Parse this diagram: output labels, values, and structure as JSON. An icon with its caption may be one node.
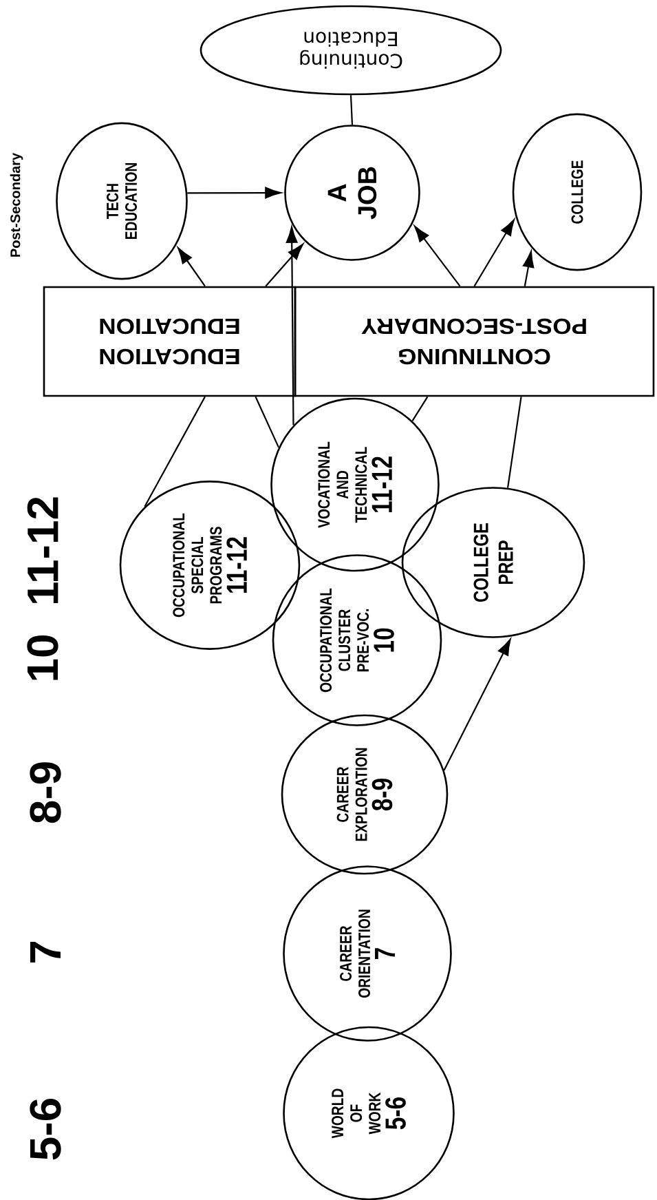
{
  "diagram": {
    "nodes": [
      {
        "text": [
          "Continuing Education"
        ]
      },
      {
        "text": [
          "TECH EDUCATION"
        ]
      },
      {
        "text": [
          "A JOB"
        ]
      },
      {
        "text": [
          "COLLEGE"
        ]
      },
      {
        "text": [
          "EDUCATION EDUCATION"
        ]
      },
      {
        "text": [
          "CONTINUING POST-SECONDARY"
        ]
      },
      {
        "text": [
          "OCCUPATIONAL SPECIAL PROGRAMS",
          "11-12"
        ]
      },
      {
        "text": [
          "VOCATIONAL AND TECHNICAL",
          "11-12"
        ]
      },
      {
        "text": [
          "OCCUPATIONAL CLUSTER PRE-VOC.",
          "10"
        ]
      },
      {
        "text": [
          "COLLEGE PREP"
        ]
      },
      {
        "text": [
          "CAREER EXPLORATION",
          "8-9"
        ]
      },
      {
        "text": [
          "CAREER ORIENTATION",
          "7"
        ]
      },
      {
        "text": [
          "WORLD OF WORK",
          "5-6"
        ]
      }
    ],
    "edges": [
      {
        "from": 1,
        "to": 2,
        "arrow": "to"
      },
      {
        "from": 2,
        "to": 0,
        "arrow": "none"
      },
      {
        "from": 4,
        "to": 1,
        "arrow": "to"
      },
      {
        "from": 4,
        "to": 2,
        "arrow": "to"
      },
      {
        "from": 7,
        "to": 2,
        "arrow": "to"
      },
      {
        "from": 5,
        "to": 2,
        "arrow": "to"
      },
      {
        "from": 5,
        "to": 3,
        "arrow": "to"
      },
      {
        "from": 5,
        "to": 3,
        "arrow": "to"
      },
      {
        "from": 6,
        "to": 4,
        "arrow": "none"
      },
      {
        "from": 7,
        "to": 4,
        "arrow": "none"
      },
      {
        "from": 7,
        "to": 5,
        "arrow": "none"
      },
      {
        "from": 9,
        "to": 5,
        "arrow": "none"
      },
      {
        "from": 10,
        "to": 9,
        "arrow": "to"
      }
    ],
    "labels": [
      "Post-Secondary",
      "11-12",
      "10",
      "8-9",
      "7",
      "5-6"
    ]
  }
}
